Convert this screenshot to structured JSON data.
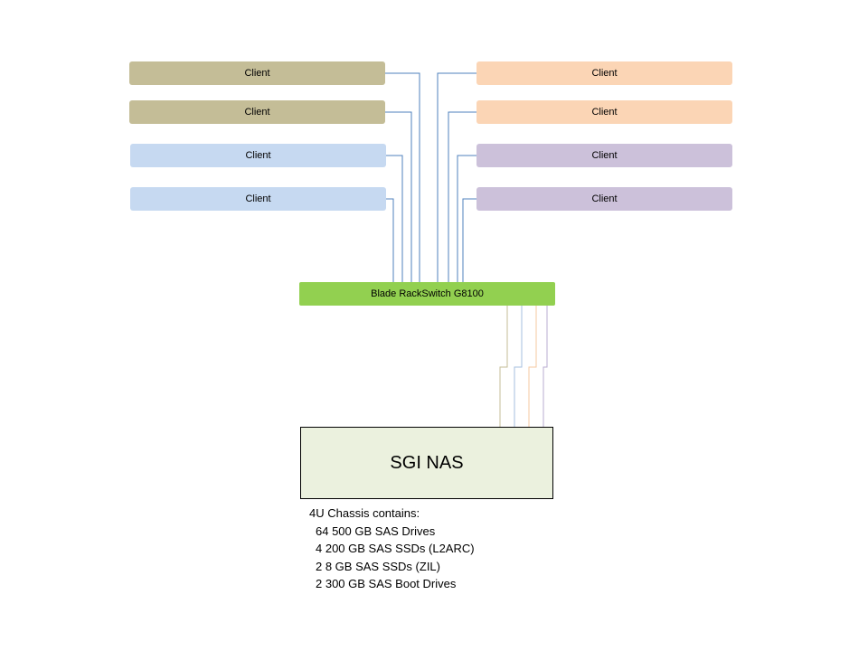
{
  "clients_left": [
    {
      "label": "Client",
      "color": "#c4bd97"
    },
    {
      "label": "Client",
      "color": "#c4bd97"
    },
    {
      "label": "Client",
      "color": "#c6d9f1"
    },
    {
      "label": "Client",
      "color": "#c6d9f1"
    }
  ],
  "clients_right": [
    {
      "label": "Client",
      "color": "#fbd5b5"
    },
    {
      "label": "Client",
      "color": "#fbd5b5"
    },
    {
      "label": "Client",
      "color": "#ccc1da"
    },
    {
      "label": "Client",
      "color": "#ccc1da"
    }
  ],
  "switch": {
    "label": "Blade RackSwitch G8100",
    "color": "#92d050"
  },
  "nas": {
    "label": "SGI NAS",
    "color": "#ebf1de"
  },
  "chassis": {
    "heading": "4U Chassis contains:",
    "items": [
      "64 500 GB SAS Drives",
      "4 200 GB SAS SSDs (L2ARC)",
      "2 8 GB SAS SSDs (ZIL)",
      "2 300 GB SAS Boot Drives"
    ]
  },
  "link_color": "#4f81bd"
}
